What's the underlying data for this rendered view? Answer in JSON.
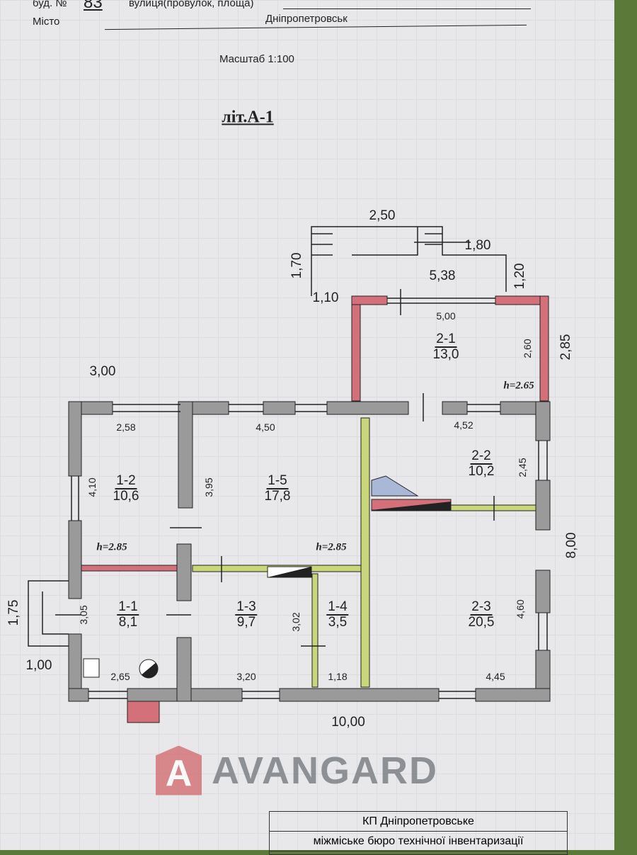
{
  "header": {
    "building_label": "буд. №",
    "building_number": "83",
    "street_label": "вулиця(провулок, площа)",
    "city_label": "Місто",
    "city": "Дніпропетровськ",
    "scale": "Масштаб 1:100"
  },
  "plan_title": "літ.А-1",
  "dimensions": [
    "2,50",
    "1,70",
    "1,80",
    "5,38",
    "1,20",
    "1,10",
    "5,00",
    "2,60",
    "2,85",
    "3,00",
    "2,58",
    "4,50",
    "4,52",
    "2,45",
    "4,10",
    "3,95",
    "8,00",
    "1,75",
    "3,05",
    "3,02",
    "4,60",
    "1,00",
    "2,65",
    "3,20",
    "1,18",
    "4,45",
    "10,00"
  ],
  "rooms": [
    {
      "id": "2-1",
      "area": "13,0"
    },
    {
      "id": "1-2",
      "area": "10,6"
    },
    {
      "id": "1-5",
      "area": "17,8"
    },
    {
      "id": "2-2",
      "area": "10,2"
    },
    {
      "id": "1-1",
      "area": "8,1"
    },
    {
      "id": "1-3",
      "area": "9,7"
    },
    {
      "id": "1-4",
      "area": "3,5"
    },
    {
      "id": "2-3",
      "area": "20,5"
    }
  ],
  "heights": [
    "h=2.65",
    "h=2.85",
    "h=2.85"
  ],
  "watermark": {
    "logo": "A",
    "text": "AVANGARD"
  },
  "stamp": {
    "line1": "КП Дніпропетровське",
    "line2": "міжміське бюро технічної інвентаризації"
  },
  "colors": {
    "wall": "#9a9a9a",
    "red_wall": "#d4707a",
    "yellow_wall": "#c9d67a"
  }
}
